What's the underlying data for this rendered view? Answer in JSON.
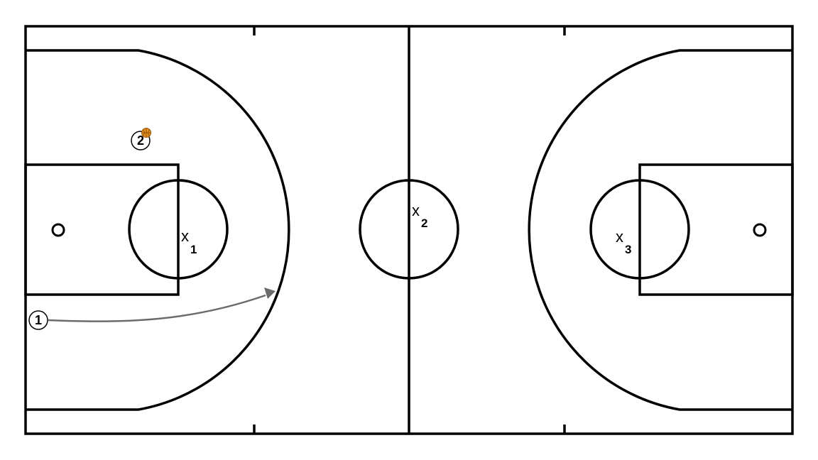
{
  "colors": {
    "background": "#ffffff",
    "court_lines": "#000000",
    "movement_arrow": "#6b6b6b",
    "ball": "#e8901e"
  },
  "offense": [
    {
      "number": "1",
      "has_ball": false
    },
    {
      "number": "2",
      "has_ball": true
    }
  ],
  "defense": [
    {
      "letter": "x",
      "number": "1"
    },
    {
      "letter": "x",
      "number": "2"
    },
    {
      "letter": "x",
      "number": "3"
    }
  ],
  "icons": {
    "ball": "basketball-icon",
    "arrow": "arrowhead-icon"
  }
}
